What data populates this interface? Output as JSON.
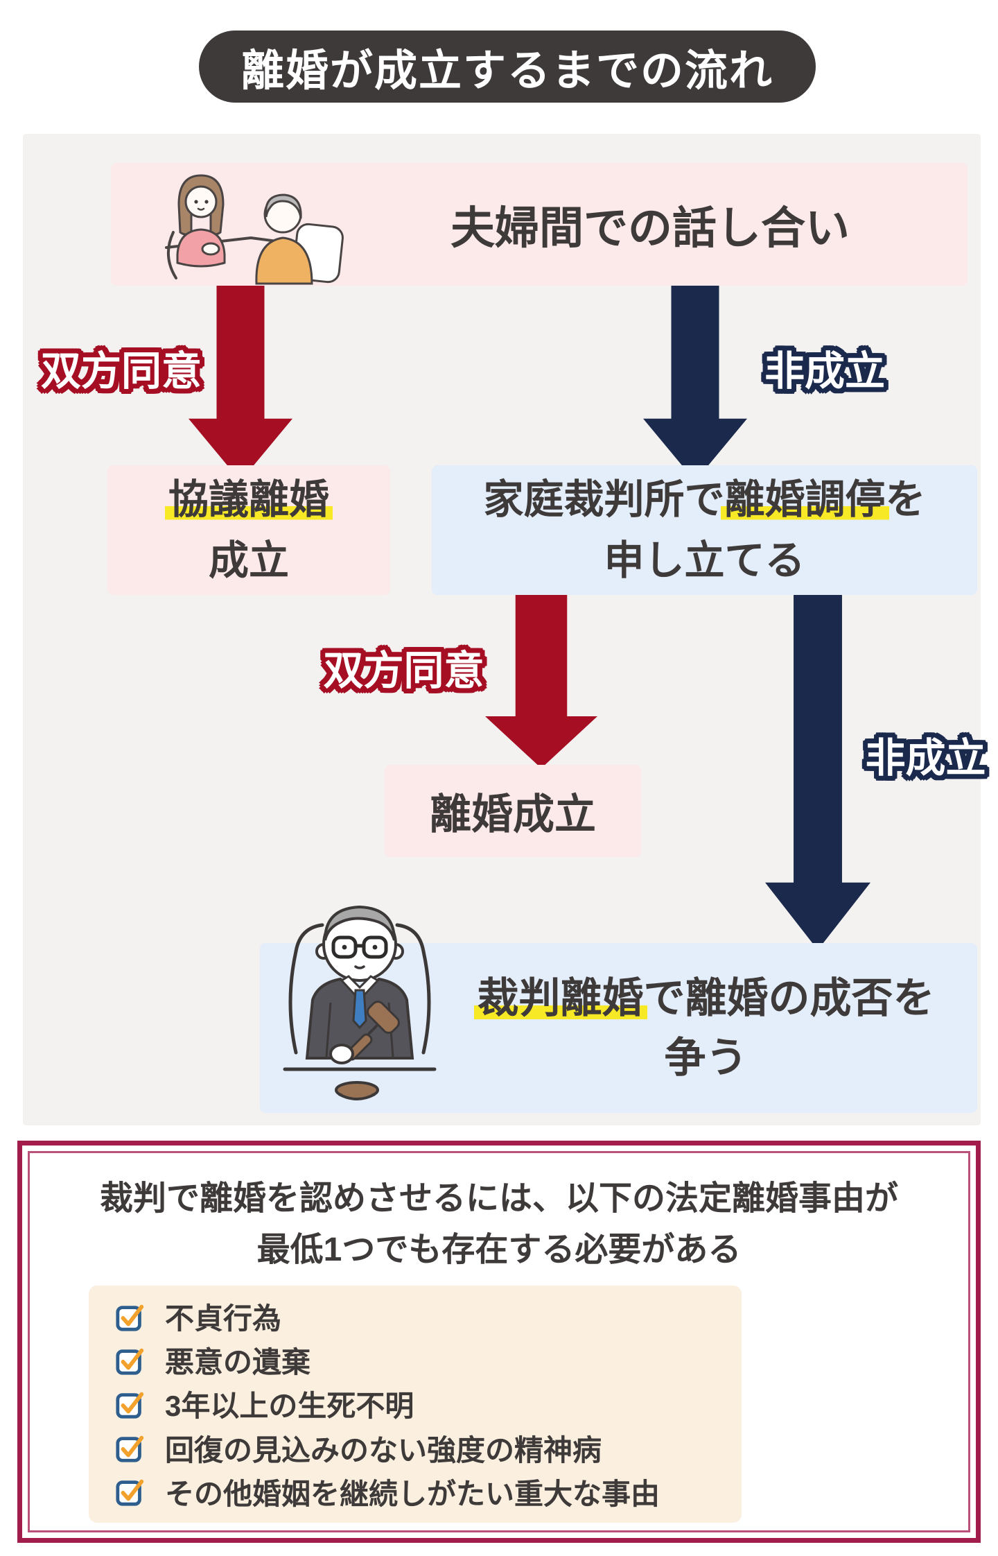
{
  "title": "離婚が成立するまでの流れ",
  "flow": {
    "step1": "夫婦間での話し合い",
    "agree_label_1": "双方同意",
    "fail_label_1": "非成立",
    "kyougi_box": {
      "line1_hl": "協議離婚",
      "line2": "成立"
    },
    "court_box": {
      "line1_pre": "家庭裁判所で",
      "line1_hl": "離婚調停",
      "line1_post": "を",
      "line2": "申し立てる"
    },
    "agree_label_2": "双方同意",
    "fail_label_2": "非成立",
    "rikon_box": "離婚成立",
    "final_box": {
      "line1_hl": "裁判離婚",
      "line1_post": "で離婚の成否を",
      "line2": "争う"
    }
  },
  "bottom": {
    "heading_line1": "裁判で離婚を認めさせるには、以下の法定離婚事由が",
    "heading_line2": "最低1つでも存在する必要がある",
    "checklist": [
      "不貞行為",
      "悪意の遺棄",
      "3年以上の生死不明",
      "回復の見込みのない強度の精神病",
      "その他婚姻を継続しがたい重大な事由"
    ]
  },
  "icons": {
    "couple": "couple-discussion-illustration",
    "judge": "judge-gavel-illustration",
    "checkbox": "checked-checkbox-icon"
  },
  "colors": {
    "title_bg": "#3e3a3a",
    "panel_gray": "#f3f2f1",
    "pink_box": "#fce9ea",
    "blue_box": "#e4edfa",
    "accent_red": "#a50e23",
    "accent_navy": "#1b2a4c",
    "highlight_yellow": "#f8e926",
    "border_crimson": "#a21c4c",
    "cream": "#fbf0e0",
    "checkbox_blue": "#2e5e8d",
    "check_orange": "#f2a12c",
    "text_dark": "#3e3a39"
  }
}
